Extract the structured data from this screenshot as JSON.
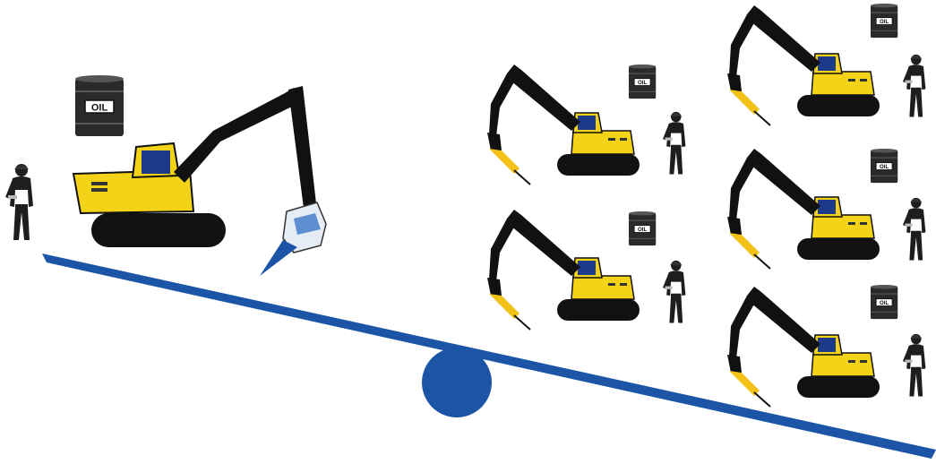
{
  "barrel_label": "OIL",
  "colors": {
    "beam": "#1c55a6",
    "fulcrum": "#1c55a6",
    "machine_body": "#f3d318",
    "machine_dark": "#111111",
    "hammer_blue": "#5d8fd0",
    "hammer_yellow": "#f3c21a",
    "barrel": "#2a2a2a",
    "worker": "#1e1e1e"
  },
  "icons": [
    "oil-barrel-icon",
    "excavator-icon",
    "hydraulic-breaker-icon",
    "worker-icon",
    "jackhammer-icon",
    "seesaw-beam",
    "fulcrum"
  ],
  "left_side": {
    "group": "single-large-excavator-with-breaker",
    "workers": 1,
    "excavators": 1,
    "oil_barrels": 1
  },
  "right_side": {
    "group": "five-small-excavators-with-jackhammer",
    "workers": 5,
    "excavators": 5,
    "oil_barrels": 5
  },
  "beam_tilt": "right-side-down"
}
